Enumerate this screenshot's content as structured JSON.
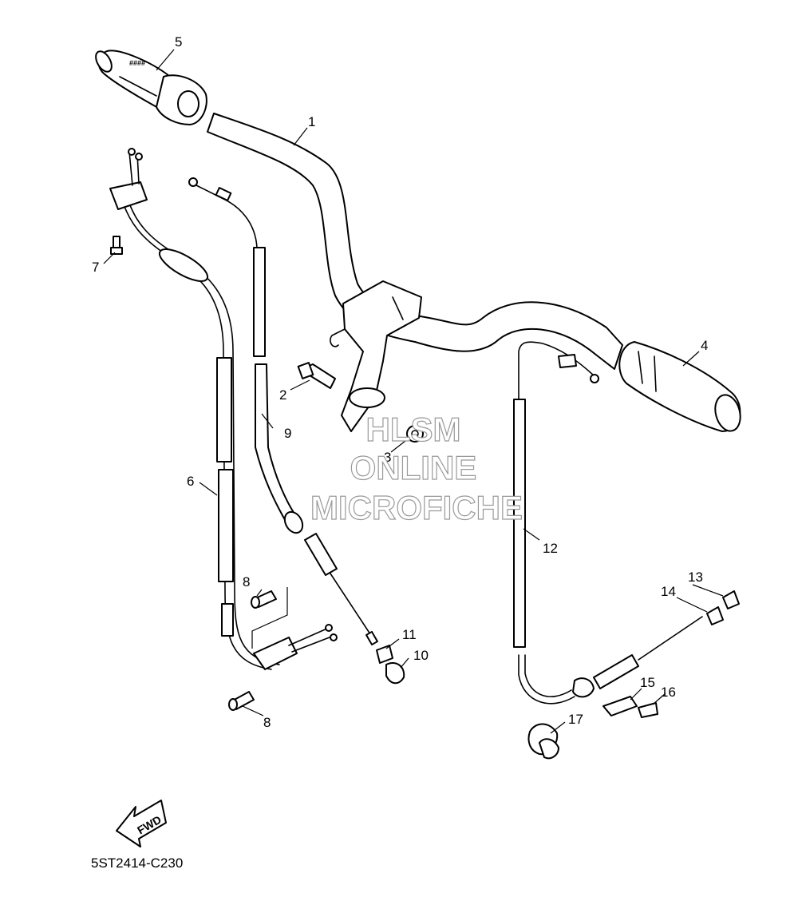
{
  "diagram_code": "5ST2414-C230",
  "fwd_label": "FWD",
  "watermark": {
    "line1": "HLSM",
    "line2": "ONLINE",
    "line3": "MICROFICHE"
  },
  "callouts": {
    "p1": "1",
    "p2": "2",
    "p3": "3",
    "p4": "4",
    "p5": "5",
    "p6": "6",
    "p7": "7",
    "p8a": "8",
    "p8b": "8",
    "p9": "9",
    "p10": "10",
    "p11": "11",
    "p12": "12",
    "p13": "13",
    "p14": "14",
    "p15": "15",
    "p16": "16",
    "p17": "17"
  }
}
